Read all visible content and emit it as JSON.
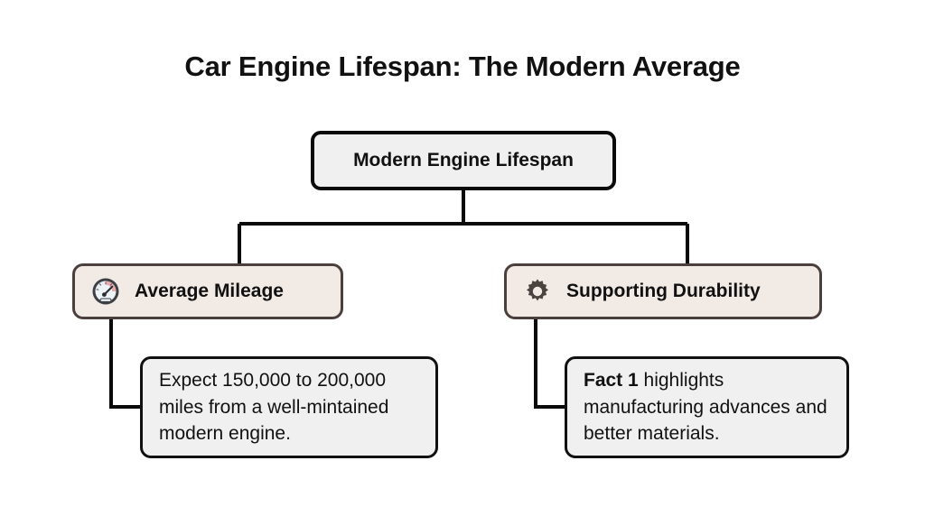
{
  "page": {
    "title": "Car Engine Lifespan: The Modern Average",
    "background_color": "#ffffff"
  },
  "colors": {
    "root_fill": "#f0f0f0",
    "root_border": "#0a0a0a",
    "branch_fill": "#f2eae5",
    "branch_border": "#4a3f3c",
    "detail_fill": "#f0f0f0",
    "detail_border": "#111111",
    "connector": "#0a0a0a",
    "text": "#111111"
  },
  "diagram": {
    "root": {
      "label": "Modern Engine Lifespan"
    },
    "branches": [
      {
        "icon": "gauge-icon",
        "icon_glyph": "🌡",
        "label": "Average Mileage",
        "detail_prefix": "",
        "detail_text": "Expect 150,000 to 200,000 miles from a well-mintained modern engine."
      },
      {
        "icon": "gear-icon",
        "icon_glyph": "⚙",
        "label": "Supporting Durability",
        "detail_prefix": "Fact 1",
        "detail_text": " highlights manufacturing advances and better materials."
      }
    ]
  }
}
